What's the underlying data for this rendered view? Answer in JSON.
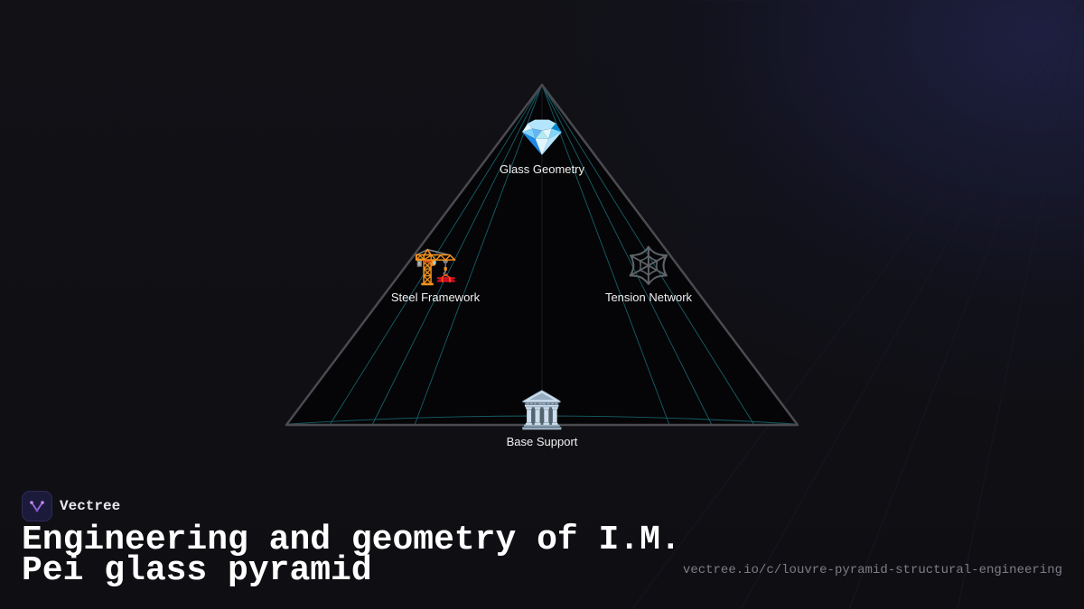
{
  "diagram": {
    "nodes": [
      {
        "id": "glass",
        "icon": "💎",
        "icon_name": "gem-icon",
        "label": "Glass Geometry"
      },
      {
        "id": "steel",
        "icon": "🏗️",
        "icon_name": "crane-icon",
        "label": "Steel Framework"
      },
      {
        "id": "tension",
        "icon": "🕸️",
        "icon_name": "spider-web-icon",
        "label": "Tension Network"
      },
      {
        "id": "base",
        "icon": "🏛️",
        "icon_name": "classical-building-icon",
        "label": "Base Support"
      }
    ],
    "colors": {
      "pyramid_outline": "#4a4a50",
      "pyramid_fill": "#050507",
      "inner_lines": "#1a6f78"
    }
  },
  "brand": {
    "name": "Vectree",
    "logo_icon": "vectree-logo-icon"
  },
  "title": "Engineering and geometry of I.M. Pei glass pyramid",
  "url": "vectree.io/c/louvre-pyramid-structural-engineering"
}
